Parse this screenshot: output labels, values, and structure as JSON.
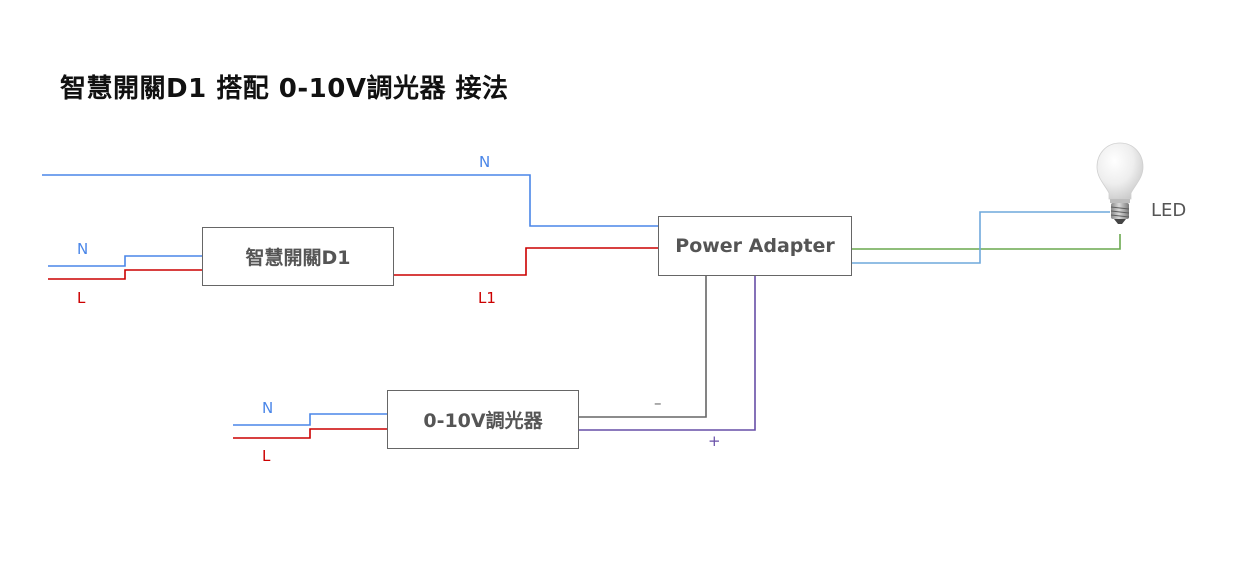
{
  "title": "智慧開關D1 搭配 0-10V調光器 接法",
  "boxes": {
    "switch": "智慧開關D1",
    "adapter": "Power Adapter",
    "dimmer": "0-10V調光器"
  },
  "labels": {
    "n_top": "N",
    "n_switch": "N",
    "l_switch": "L",
    "l1": "L1",
    "n_dimmer": "N",
    "l_dimmer": "L",
    "minus": "–",
    "plus": "+",
    "led": "LED"
  },
  "colors": {
    "neutral": "#4a86e8",
    "live": "#cc0000",
    "minus": "#666666",
    "plus": "#674ea7",
    "led_ground": "#6aa84f",
    "led_neutral": "#6fa8dc",
    "box_border": "#666666"
  },
  "icons": {
    "bulb": "led-bulb-icon"
  }
}
